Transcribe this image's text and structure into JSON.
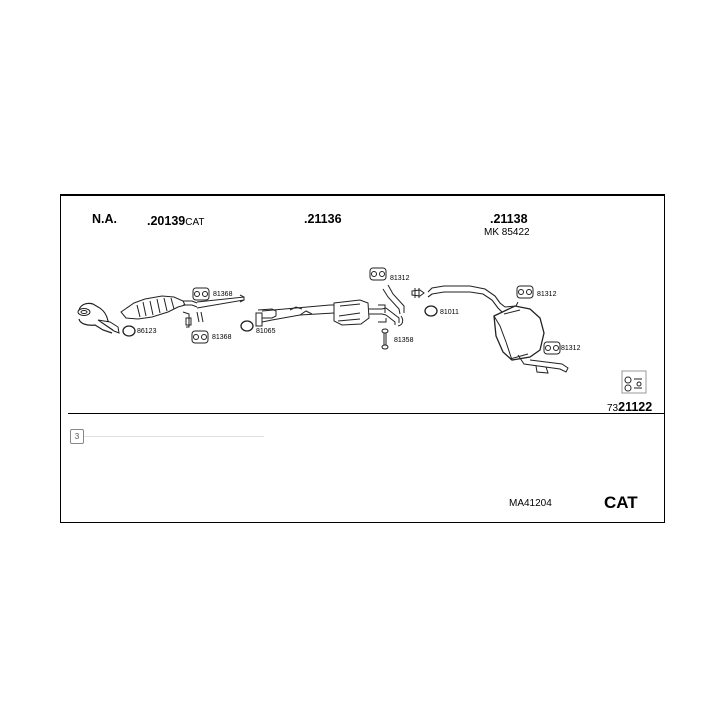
{
  "header": {
    "variant": "N.A.",
    "part_front_number": ".20139",
    "part_front_suffix": "CAT",
    "part_middle": ".21136",
    "part_rear": ".21138",
    "part_rear_kit": "MK 85422"
  },
  "parts": {
    "p81368_top": "81368",
    "p81368_bottom": "81368",
    "p86123": "86123",
    "p81065": "81065",
    "p81312_a": "81312",
    "p81358": "81358",
    "p81011": "81011",
    "p81312_b": "81312",
    "p81312_c": "81312"
  },
  "kit": {
    "prefix": "73",
    "number": "21122"
  },
  "footer": {
    "page_ref": "3",
    "model_code": "MA41204",
    "cat_label": "CAT"
  }
}
